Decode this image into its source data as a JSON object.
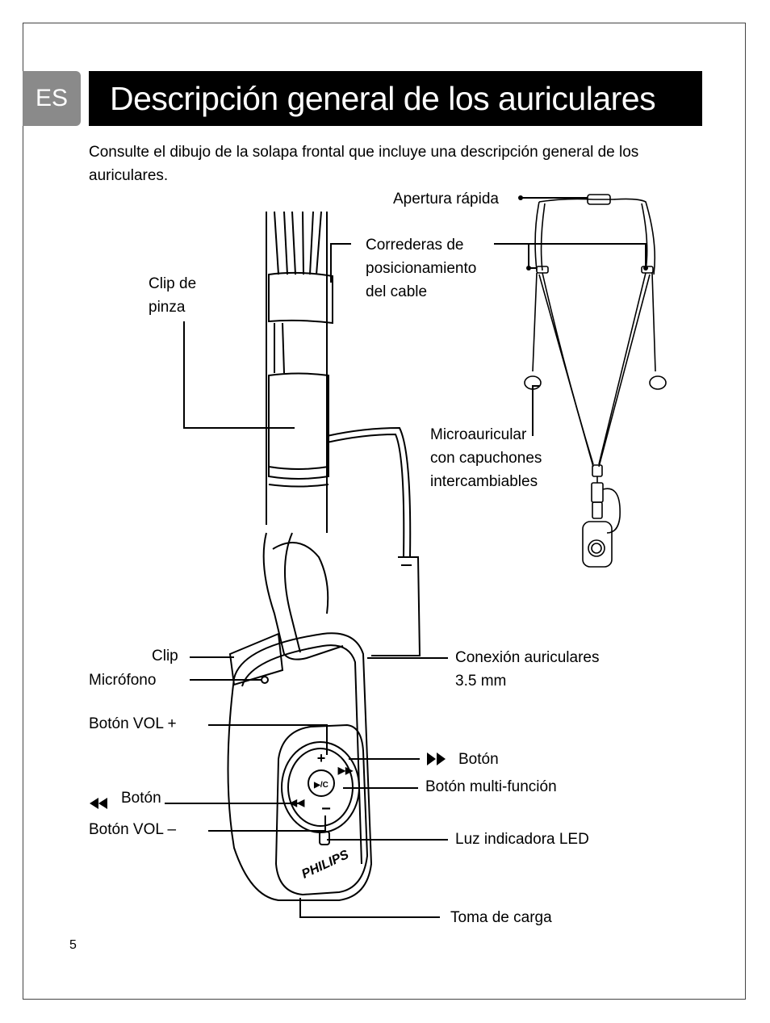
{
  "page": {
    "lang_code": "ES",
    "title": "Descripción general de los auriculares",
    "intro": "Consulte el dibujo de la solapa frontal que incluye una descripción general de los auriculares.",
    "page_number": "5"
  },
  "labels": {
    "quick_release": "Apertura rápida",
    "cable_sliders_1": "Correderas de",
    "cable_sliders_2": "posicionamiento",
    "cable_sliders_3": "del cable",
    "clip_pinza_1": "Clip de",
    "clip_pinza_2": "pinza",
    "earphones_1": "Microauricular",
    "earphones_2": "con capuchones",
    "earphones_3": "intercambiables",
    "clip": "Clip",
    "microphone": "Micrófono",
    "connection_1": "Conexión auriculares",
    "connection_2": "3.5 mm",
    "vol_plus": "Botón VOL +",
    "next_button": "Botón",
    "multifunction": "Botón multi-función",
    "prev_button": "Botón",
    "vol_minus": "Botón VOL –",
    "led": "Luz indicadora LED",
    "charging": "Toma de carga"
  },
  "device": {
    "brand": "PHILIPS",
    "play_label": "▶/C"
  }
}
